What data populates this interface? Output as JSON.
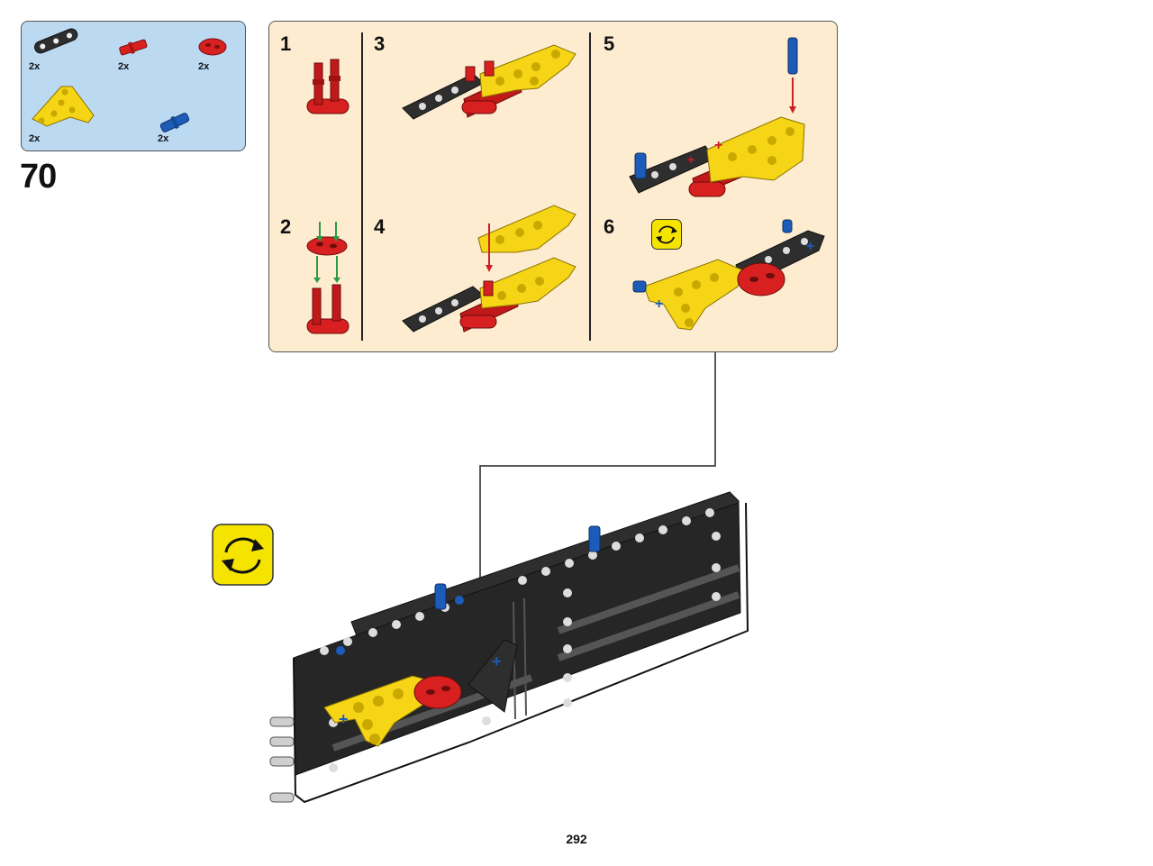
{
  "parts_list": {
    "items": [
      {
        "part": "dark-gray-beam-3",
        "quantity": "2x"
      },
      {
        "part": "red-axle-pin",
        "quantity": "2x"
      },
      {
        "part": "red-connector-2",
        "quantity": "2x"
      },
      {
        "part": "yellow-triangle-liftarm",
        "quantity": "2x"
      },
      {
        "part": "blue-axle-pin",
        "quantity": "2x"
      }
    ]
  },
  "step_number": "70",
  "substeps": [
    "1",
    "2",
    "3",
    "4",
    "5",
    "6"
  ],
  "page_number": "292",
  "colors": {
    "parts_bg": "#bcd9f2",
    "panel_bg": "#fdecd0",
    "yellow": "#f5d515",
    "red": "#d7201f",
    "dark_gray": "#2e2e2e",
    "blue": "#1c5cb8",
    "arrow_green": "#2e9a46",
    "arrow_red": "#cc2026"
  },
  "icons": [
    "rotate-icon"
  ]
}
